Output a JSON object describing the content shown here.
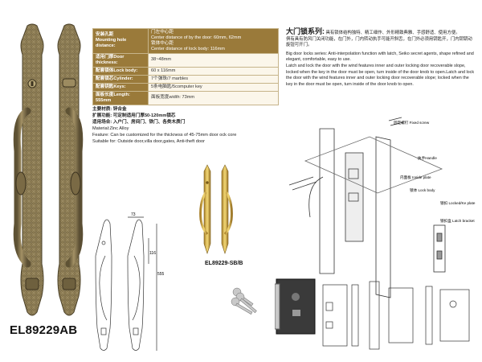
{
  "spec_table": {
    "rows": [
      {
        "label": "安装孔距\nMounting hole distance:",
        "value": "门左中心距\nCenter distance of by the door: 60mm, 62mm\n锁体中心距\nCenter distance of lock body: 116mm"
      },
      {
        "label": "适用门厚Door thickness:",
        "value": "38~48mm"
      },
      {
        "label": "配套锁体Lock body:",
        "value": "60 x 116mm"
      },
      {
        "label": "配套锁芯Cylinder:",
        "value": "7个弹珠/7 marbles"
      },
      {
        "label": "配套钥匙Keys:",
        "value": "5条电脑匙/5computer key"
      },
      {
        "label": "面板长度Length: 555mm",
        "value": "面板宽度width: 73mm"
      }
    ]
  },
  "material": {
    "line1": "主要材质: 锌合金",
    "line2": "扩展功能: 可定制适用门厚50-120mm锁芯",
    "line3": "适用场合: 入户门、房间门、铁门、各类木质门",
    "line4": "Material:Zinc Alloy",
    "line5": "Feature: Can be customized for the thickness of 45-75mm door ock core",
    "line6": "Suitable for: Outside door,villa door,gates,  Anti-theft door"
  },
  "description": {
    "title": "大门锁系列:",
    "cn_text": "具有锁体结构独特、精工细作、外形精致典雅、手感舒适、使用方便。\n俱有具有防风门关闭功能，在门外，门内转动执手可能开斜舌，在门外必须用钥匙开，门内钥钥动旋钮可开门。",
    "en_p1": "Big door locks series: Anti-interpolation function with latch, Seiko secret agents, shape refined and elegant, comfortable, easy to use.",
    "en_p2": "Latch and lock the door with the wind features inner and outer locking door recoverable slope, locked when the key in the door must be open, turn inside of the door knob to open.Latch and lock the door with the wind features inner and outer locking door recoverable slope; locked when the key in the door must be open, turn inside of the door knob to open."
  },
  "model": {
    "main": "EL89229AB",
    "secondary": "EL89229-SB/B"
  },
  "dimensions": {
    "width": "73",
    "hole": "116",
    "length": "555"
  },
  "part_labels": {
    "fixed_screw": "固定螺钉\nFixed screw",
    "handle": "执手Handle",
    "inside_plate": "内面板\nInside plate",
    "lock_body": "锁体\nLock body",
    "lock_plate": "锁扣\nLocked/Ke plate",
    "latch_bracket": "锁扣盒\nLatch bracket"
  },
  "colors": {
    "antique_brass": "#8a7a52",
    "gold": "#d7b446",
    "header_gold": "#9a7a3a"
  }
}
